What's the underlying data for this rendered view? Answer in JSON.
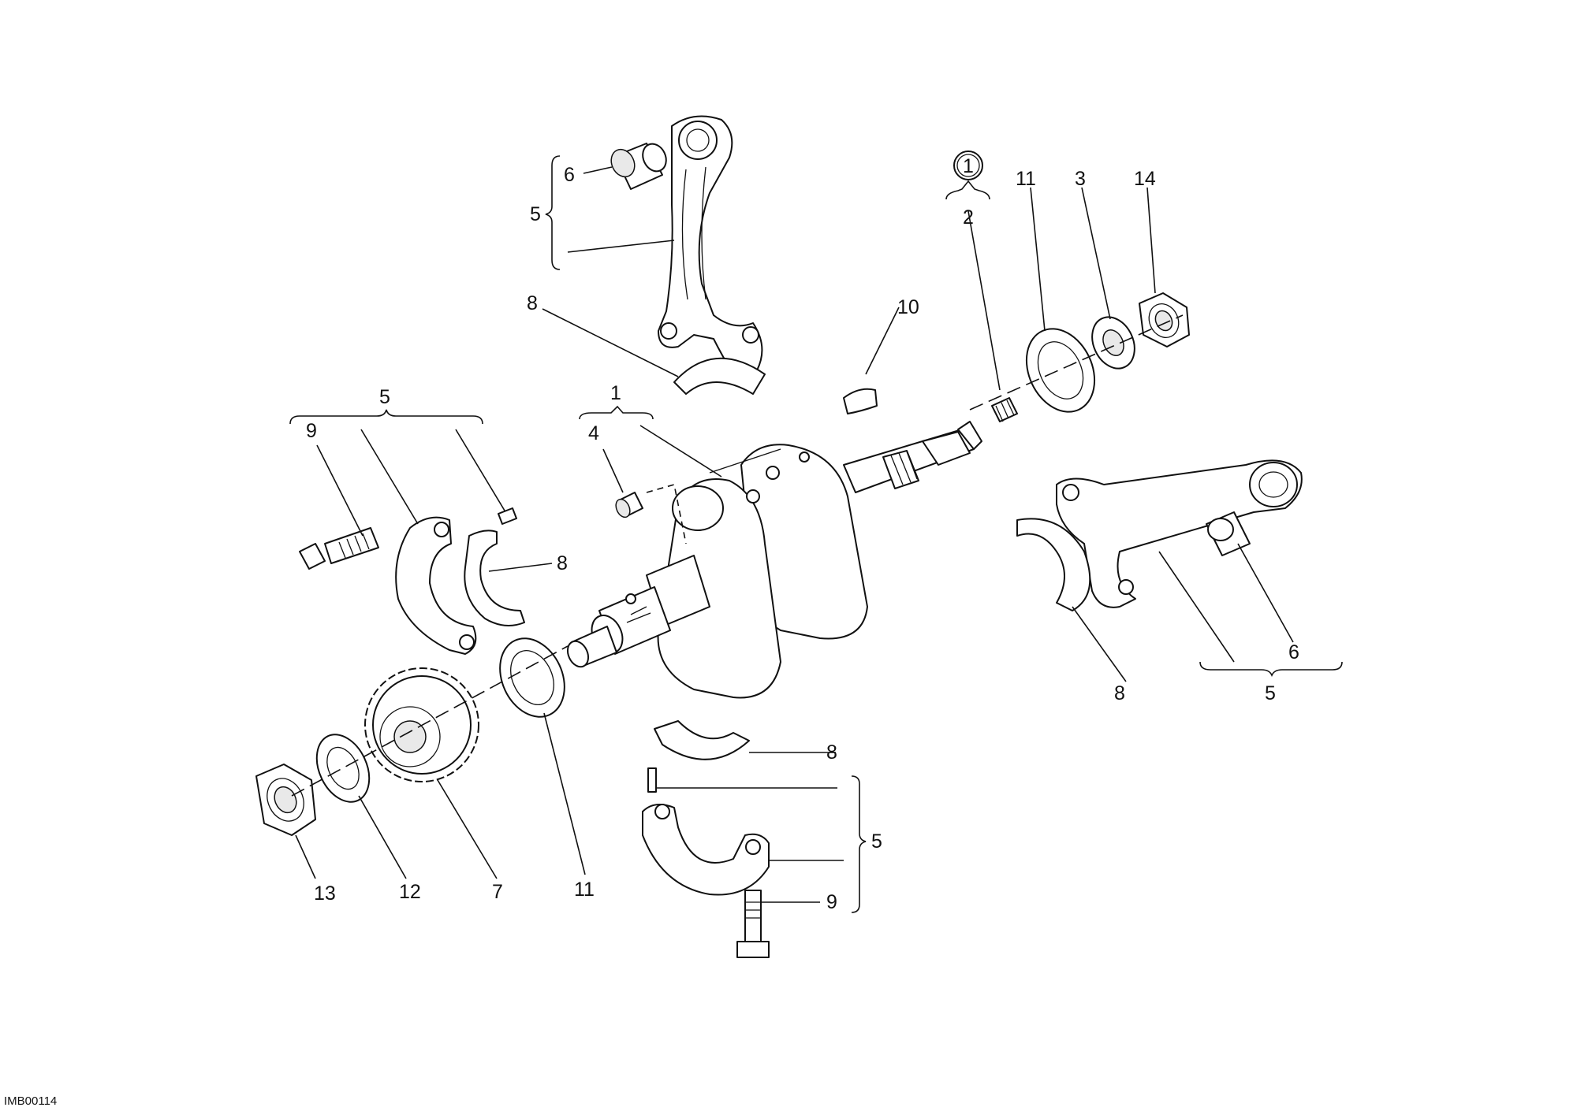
{
  "diagram": {
    "code": "IMB00114",
    "circled_note": "1",
    "callouts": [
      {
        "id": "c-5-top",
        "text": "5"
      },
      {
        "id": "c-6-top",
        "text": "6"
      },
      {
        "id": "c-8-top",
        "text": "8"
      },
      {
        "id": "c-10",
        "text": "10"
      },
      {
        "id": "c-2",
        "text": "2"
      },
      {
        "id": "c-11-top",
        "text": "11"
      },
      {
        "id": "c-3",
        "text": "3"
      },
      {
        "id": "c-14",
        "text": "14"
      },
      {
        "id": "c-5-left",
        "text": "5"
      },
      {
        "id": "c-9-left",
        "text": "9"
      },
      {
        "id": "c-1",
        "text": "1"
      },
      {
        "id": "c-4",
        "text": "4"
      },
      {
        "id": "c-8-left",
        "text": "8"
      },
      {
        "id": "c-6-right",
        "text": "6"
      },
      {
        "id": "c-8-right",
        "text": "8"
      },
      {
        "id": "c-5-right",
        "text": "5"
      },
      {
        "id": "c-8-bottom",
        "text": "8"
      },
      {
        "id": "c-5-bottom",
        "text": "5"
      },
      {
        "id": "c-9-bottom",
        "text": "9"
      },
      {
        "id": "c-13",
        "text": "13"
      },
      {
        "id": "c-12",
        "text": "12"
      },
      {
        "id": "c-7",
        "text": "7"
      },
      {
        "id": "c-11-bottom",
        "text": "11"
      }
    ]
  }
}
